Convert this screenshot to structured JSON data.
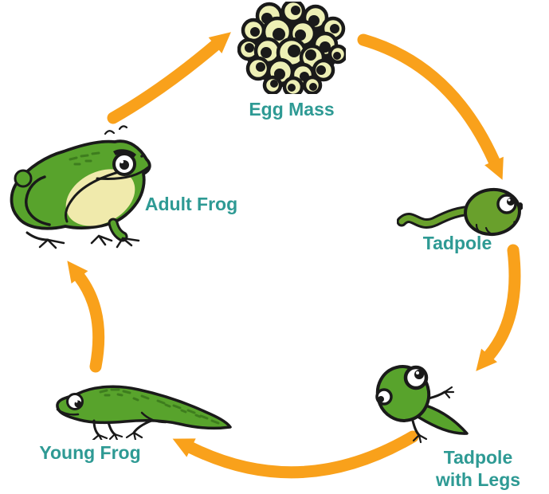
{
  "diagram": {
    "type": "life-cycle",
    "stages": {
      "egg_mass": {
        "label": "Egg Mass"
      },
      "tadpole": {
        "label": "Tadpole"
      },
      "tadpole_with_legs": {
        "label_line1": "Tadpole",
        "label_line2": "with Legs"
      },
      "young_frog": {
        "label": "Young Frog"
      },
      "adult_frog": {
        "label": "Adult Frog"
      }
    },
    "arrows": [
      {
        "from": "Adult Frog",
        "to": "Egg Mass"
      },
      {
        "from": "Egg Mass",
        "to": "Tadpole"
      },
      {
        "from": "Tadpole",
        "to": "Tadpole with Legs"
      },
      {
        "from": "Tadpole with Legs",
        "to": "Young Frog"
      },
      {
        "from": "Young Frog",
        "to": "Adult Frog"
      }
    ]
  },
  "colors": {
    "arrow_orange": "#F9A11B",
    "label_teal": "#2E9A94",
    "frog_green": "#58A32C",
    "frog_green_dark": "#3E7D1E",
    "tadpole_olive": "#69A02C",
    "belly_cream": "#F0EAAC",
    "egg_cream": "#EDEFB5",
    "egg_shadow_tan": "#D9A658",
    "outline_black": "#1A1A1A"
  }
}
